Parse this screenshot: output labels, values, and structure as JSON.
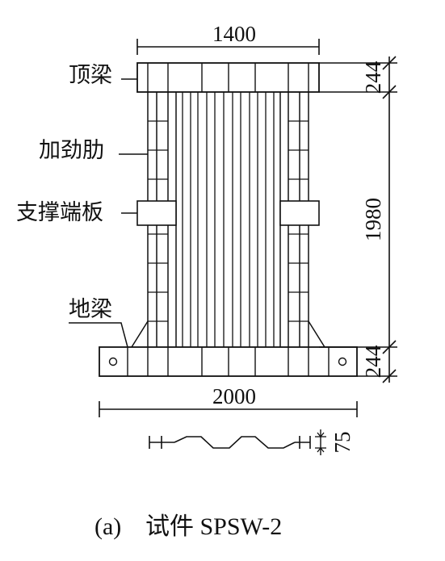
{
  "labels": {
    "top_beam": "顶梁",
    "stiffener": "加劲肋",
    "brace_end_plate": "支撑端板",
    "ground_beam": "地梁"
  },
  "dimensions": {
    "top_width": "1400",
    "bottom_width": "2000",
    "top_beam_height": "244",
    "wall_height": "1980",
    "ground_beam_height": "244",
    "corrugation_depth": "75"
  },
  "caption": {
    "prefix": "(a)",
    "text": "试件 SPSW-2"
  },
  "colors": {
    "line": "#111111",
    "background": "#ffffff"
  }
}
